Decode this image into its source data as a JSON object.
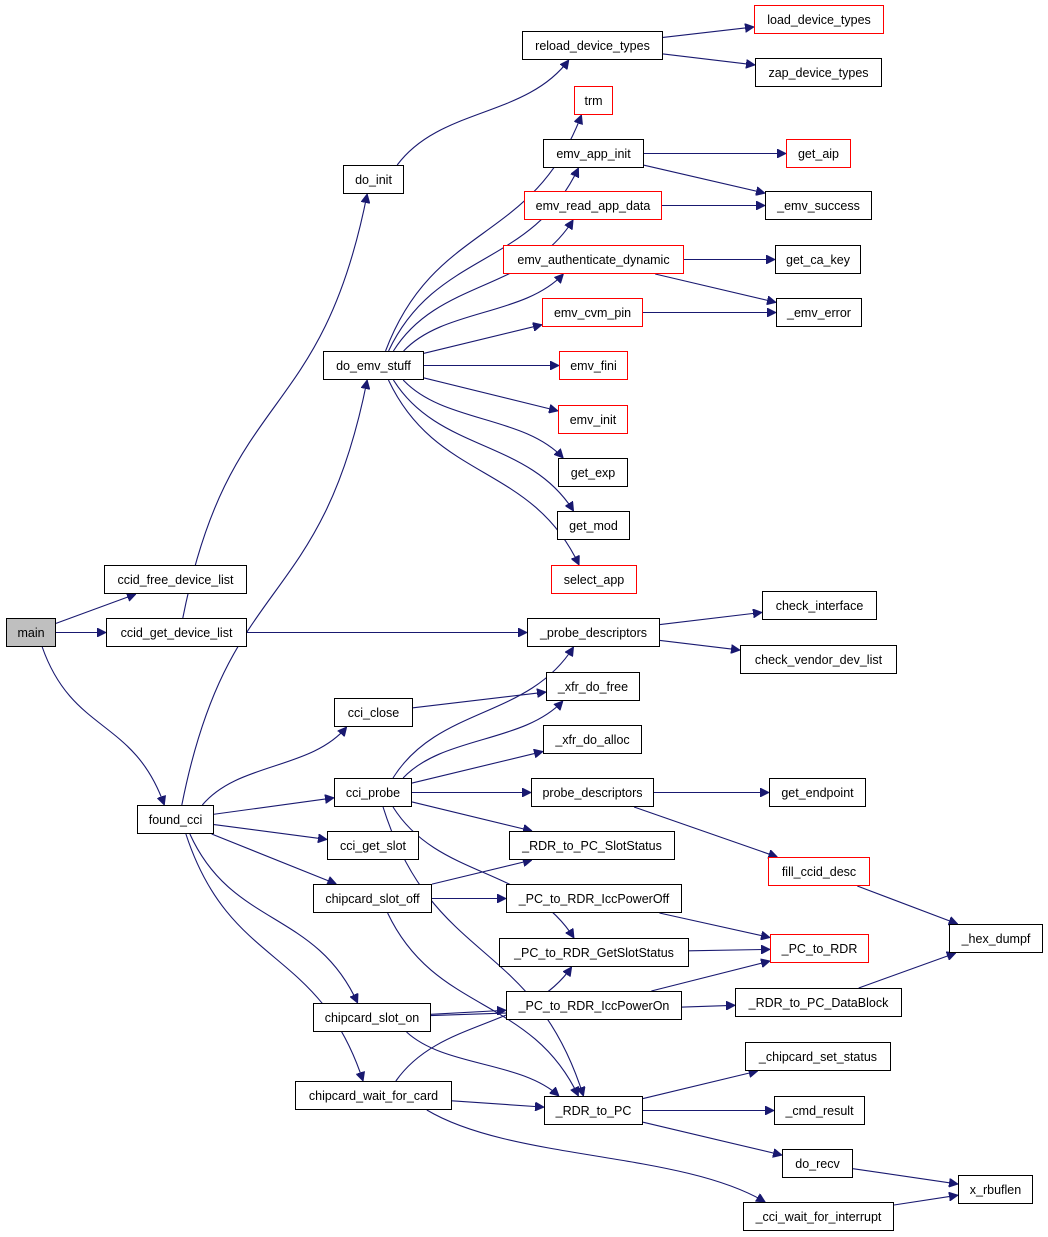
{
  "graph": {
    "colors": {
      "edge": "#191970",
      "node_border": "#000000",
      "incomplete_border": "#ff0000",
      "current_fill": "#bfbfbf"
    },
    "nodes": {
      "main": {
        "label": "main",
        "style": "current"
      },
      "ccid_free_device_list": {
        "label": "ccid_free_device_list",
        "style": "normal"
      },
      "ccid_get_device_list": {
        "label": "ccid_get_device_list",
        "style": "normal"
      },
      "found_cci": {
        "label": "found_cci",
        "style": "normal"
      },
      "do_init": {
        "label": "do_init",
        "style": "normal"
      },
      "do_emv_stuff": {
        "label": "do_emv_stuff",
        "style": "normal"
      },
      "reload_device_types": {
        "label": "reload_device_types",
        "style": "normal"
      },
      "load_device_types": {
        "label": "load_device_types",
        "style": "red"
      },
      "zap_device_types": {
        "label": "zap_device_types",
        "style": "normal"
      },
      "trm": {
        "label": "trm",
        "style": "red"
      },
      "emv_app_init": {
        "label": "emv_app_init",
        "style": "normal"
      },
      "get_aip": {
        "label": "get_aip",
        "style": "red"
      },
      "emv_read_app_data": {
        "label": "emv_read_app_data",
        "style": "red"
      },
      "_emv_success": {
        "label": "_emv_success",
        "style": "normal"
      },
      "emv_authenticate_dynamic": {
        "label": "emv_authenticate_dynamic",
        "style": "red"
      },
      "get_ca_key": {
        "label": "get_ca_key",
        "style": "normal"
      },
      "emv_cvm_pin": {
        "label": "emv_cvm_pin",
        "style": "red"
      },
      "_emv_error": {
        "label": "_emv_error",
        "style": "normal"
      },
      "emv_fini": {
        "label": "emv_fini",
        "style": "red"
      },
      "emv_init": {
        "label": "emv_init",
        "style": "red"
      },
      "get_exp": {
        "label": "get_exp",
        "style": "normal"
      },
      "get_mod": {
        "label": "get_mod",
        "style": "normal"
      },
      "select_app": {
        "label": "select_app",
        "style": "red"
      },
      "_probe_descriptors": {
        "label": "_probe_descriptors",
        "style": "normal"
      },
      "check_interface": {
        "label": "check_interface",
        "style": "normal"
      },
      "check_vendor_dev_list": {
        "label": "check_vendor_dev_list",
        "style": "normal"
      },
      "cci_close": {
        "label": "cci_close",
        "style": "normal"
      },
      "_xfr_do_free": {
        "label": "_xfr_do_free",
        "style": "normal"
      },
      "_xfr_do_alloc": {
        "label": "_xfr_do_alloc",
        "style": "normal"
      },
      "cci_probe": {
        "label": "cci_probe",
        "style": "normal"
      },
      "probe_descriptors": {
        "label": "probe_descriptors",
        "style": "normal"
      },
      "get_endpoint": {
        "label": "get_endpoint",
        "style": "normal"
      },
      "cci_get_slot": {
        "label": "cci_get_slot",
        "style": "normal"
      },
      "_RDR_to_PC_SlotStatus": {
        "label": "_RDR_to_PC_SlotStatus",
        "style": "normal"
      },
      "fill_ccid_desc": {
        "label": "fill_ccid_desc",
        "style": "red"
      },
      "chipcard_slot_off": {
        "label": "chipcard_slot_off",
        "style": "normal"
      },
      "_PC_to_RDR_IccPowerOff": {
        "label": "_PC_to_RDR_IccPowerOff",
        "style": "normal"
      },
      "_hex_dumpf": {
        "label": "_hex_dumpf",
        "style": "normal"
      },
      "_PC_to_RDR_GetSlotStatus": {
        "label": "_PC_to_RDR_GetSlotStatus",
        "style": "normal"
      },
      "_PC_to_RDR": {
        "label": "_PC_to_RDR",
        "style": "red"
      },
      "_PC_to_RDR_IccPowerOn": {
        "label": "_PC_to_RDR_IccPowerOn",
        "style": "normal"
      },
      "_RDR_to_PC_DataBlock": {
        "label": "_RDR_to_PC_DataBlock",
        "style": "normal"
      },
      "chipcard_slot_on": {
        "label": "chipcard_slot_on",
        "style": "normal"
      },
      "_chipcard_set_status": {
        "label": "_chipcard_set_status",
        "style": "normal"
      },
      "chipcard_wait_for_card": {
        "label": "chipcard_wait_for_card",
        "style": "normal"
      },
      "_RDR_to_PC": {
        "label": "_RDR_to_PC",
        "style": "normal"
      },
      "_cmd_result": {
        "label": "_cmd_result",
        "style": "normal"
      },
      "do_recv": {
        "label": "do_recv",
        "style": "normal"
      },
      "x_rbuflen": {
        "label": "x_rbuflen",
        "style": "normal"
      },
      "_cci_wait_for_interrupt": {
        "label": "_cci_wait_for_interrupt",
        "style": "normal"
      }
    },
    "edges": [
      [
        "main",
        "ccid_free_device_list"
      ],
      [
        "main",
        "ccid_get_device_list"
      ],
      [
        "main",
        "found_cci"
      ],
      [
        "ccid_get_device_list",
        "do_init"
      ],
      [
        "ccid_get_device_list",
        "_probe_descriptors"
      ],
      [
        "do_init",
        "reload_device_types"
      ],
      [
        "reload_device_types",
        "load_device_types"
      ],
      [
        "reload_device_types",
        "zap_device_types"
      ],
      [
        "found_cci",
        "do_emv_stuff"
      ],
      [
        "found_cci",
        "cci_close"
      ],
      [
        "found_cci",
        "cci_probe"
      ],
      [
        "found_cci",
        "cci_get_slot"
      ],
      [
        "found_cci",
        "chipcard_slot_off"
      ],
      [
        "found_cci",
        "chipcard_slot_on"
      ],
      [
        "found_cci",
        "chipcard_wait_for_card"
      ],
      [
        "do_emv_stuff",
        "trm"
      ],
      [
        "do_emv_stuff",
        "emv_app_init"
      ],
      [
        "do_emv_stuff",
        "emv_read_app_data"
      ],
      [
        "do_emv_stuff",
        "emv_authenticate_dynamic"
      ],
      [
        "do_emv_stuff",
        "emv_cvm_pin"
      ],
      [
        "do_emv_stuff",
        "emv_fini"
      ],
      [
        "do_emv_stuff",
        "emv_init"
      ],
      [
        "do_emv_stuff",
        "get_exp"
      ],
      [
        "do_emv_stuff",
        "get_mod"
      ],
      [
        "do_emv_stuff",
        "select_app"
      ],
      [
        "emv_app_init",
        "get_aip"
      ],
      [
        "emv_app_init",
        "_emv_success"
      ],
      [
        "emv_read_app_data",
        "_emv_success"
      ],
      [
        "emv_authenticate_dynamic",
        "get_ca_key"
      ],
      [
        "emv_authenticate_dynamic",
        "_emv_error"
      ],
      [
        "emv_cvm_pin",
        "_emv_error"
      ],
      [
        "_probe_descriptors",
        "check_interface"
      ],
      [
        "_probe_descriptors",
        "check_vendor_dev_list"
      ],
      [
        "cci_close",
        "_xfr_do_free"
      ],
      [
        "cci_probe",
        "_probe_descriptors"
      ],
      [
        "cci_probe",
        "_xfr_do_free"
      ],
      [
        "cci_probe",
        "_xfr_do_alloc"
      ],
      [
        "cci_probe",
        "probe_descriptors"
      ],
      [
        "cci_probe",
        "_RDR_to_PC_SlotStatus"
      ],
      [
        "cci_probe",
        "_PC_to_RDR_GetSlotStatus"
      ],
      [
        "cci_probe",
        "_RDR_to_PC"
      ],
      [
        "probe_descriptors",
        "get_endpoint"
      ],
      [
        "probe_descriptors",
        "fill_ccid_desc"
      ],
      [
        "fill_ccid_desc",
        "_hex_dumpf"
      ],
      [
        "chipcard_slot_off",
        "_RDR_to_PC_SlotStatus"
      ],
      [
        "chipcard_slot_off",
        "_PC_to_RDR_IccPowerOff"
      ],
      [
        "chipcard_slot_off",
        "_RDR_to_PC"
      ],
      [
        "_PC_to_RDR_IccPowerOff",
        "_PC_to_RDR"
      ],
      [
        "_PC_to_RDR_GetSlotStatus",
        "_PC_to_RDR"
      ],
      [
        "_PC_to_RDR_IccPowerOn",
        "_PC_to_RDR"
      ],
      [
        "chipcard_slot_on",
        "_PC_to_RDR_IccPowerOn"
      ],
      [
        "chipcard_slot_on",
        "_RDR_to_PC_DataBlock"
      ],
      [
        "chipcard_slot_on",
        "_RDR_to_PC"
      ],
      [
        "_RDR_to_PC_DataBlock",
        "_hex_dumpf"
      ],
      [
        "chipcard_wait_for_card",
        "_PC_to_RDR_GetSlotStatus"
      ],
      [
        "chipcard_wait_for_card",
        "_RDR_to_PC"
      ],
      [
        "chipcard_wait_for_card",
        "_cci_wait_for_interrupt"
      ],
      [
        "_RDR_to_PC",
        "_chipcard_set_status"
      ],
      [
        "_RDR_to_PC",
        "_cmd_result"
      ],
      [
        "_RDR_to_PC",
        "do_recv"
      ],
      [
        "do_recv",
        "x_rbuflen"
      ],
      [
        "_cci_wait_for_interrupt",
        "x_rbuflen"
      ]
    ]
  }
}
